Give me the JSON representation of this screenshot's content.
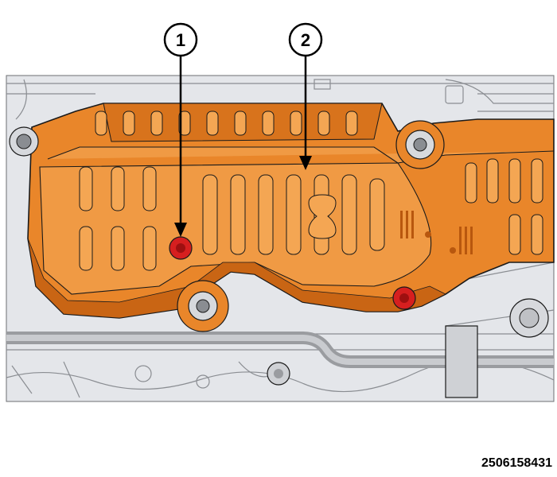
{
  "callouts": [
    {
      "label": "1"
    },
    {
      "label": "2"
    }
  ],
  "figure_id": "2506158431",
  "colors": {
    "shield": "#e9862a",
    "shield_dark": "#c96514",
    "fastener": "#d61f1f",
    "background": "#e4e6ea",
    "line": "#1a1a1a"
  }
}
